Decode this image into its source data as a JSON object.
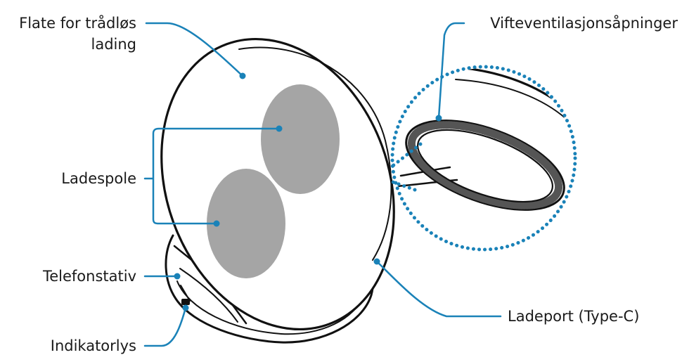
{
  "labels": {
    "flate_line1": "Flate for trådløs",
    "flate_line2": "lading",
    "ladespole": "Ladespole",
    "telefonstativ": "Telefonstativ",
    "indikatorlys": "Indikatorlys",
    "vifte": "Vifteventilasjonsåpninger",
    "ladeport": "Ladeport (Type-C)"
  },
  "colors": {
    "leader": "#1a82b8",
    "coil": "#a5a5a5",
    "outline": "#111111",
    "text": "#1a1a1a"
  }
}
